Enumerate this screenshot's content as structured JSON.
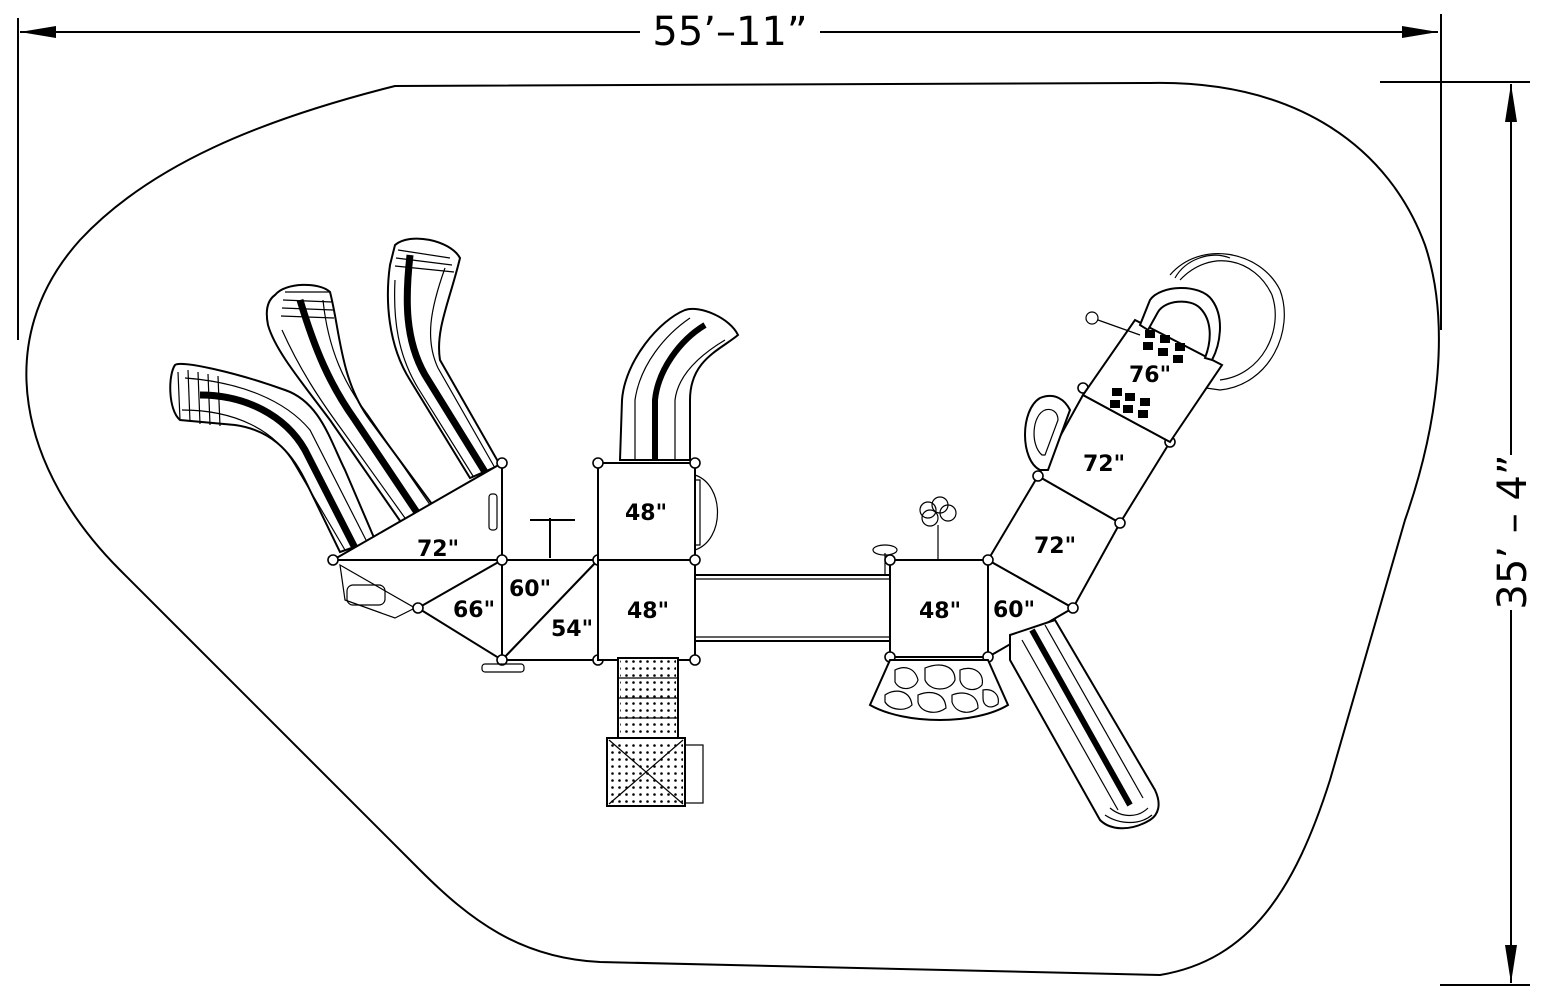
{
  "dimensions": {
    "width": "55’–11”",
    "height": "35’ – 4”"
  },
  "decks": [
    {
      "id": "left-triangle-upper",
      "label": "72\""
    },
    {
      "id": "left-triangle-66",
      "label": "66\""
    },
    {
      "id": "left-triangle-60",
      "label": "60\""
    },
    {
      "id": "left-triangle-54",
      "label": "54\""
    },
    {
      "id": "center-upper-square",
      "label": "48\""
    },
    {
      "id": "center-lower-square",
      "label": "48\""
    },
    {
      "id": "right-square",
      "label": "48\""
    },
    {
      "id": "right-triangle-60",
      "label": "60\""
    },
    {
      "id": "right-deck-72-lower",
      "label": "72\""
    },
    {
      "id": "right-deck-72-upper",
      "label": "72\""
    },
    {
      "id": "right-top-deck-76",
      "label": "76\""
    }
  ],
  "colors": {
    "line": "#000000",
    "background": "#ffffff"
  }
}
